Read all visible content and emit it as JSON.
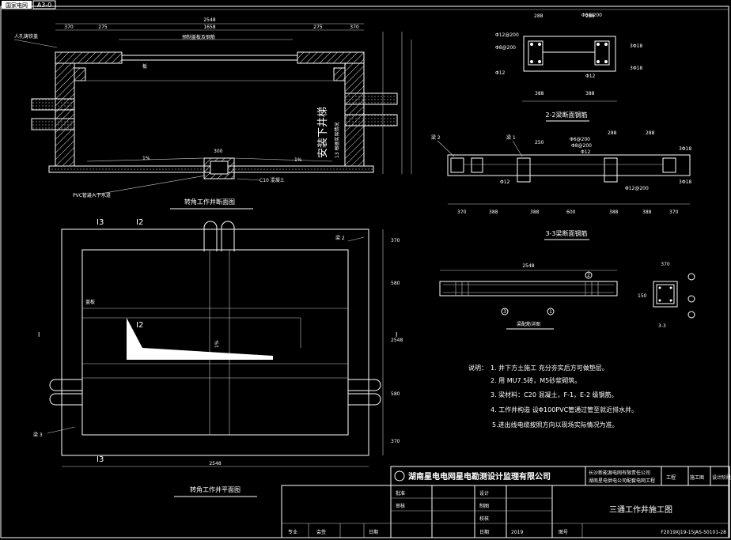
{
  "titleblock_top": {
    "tag1": "国家电网",
    "tag2": "A3-0"
  },
  "section_view": {
    "dims": [
      "2548",
      "370",
      "275",
      "1658",
      "275",
      "370"
    ],
    "labels": {
      "cover": "人孔铸铁盖",
      "lid": "预制盖板及钢筋",
      "plate": "板",
      "ladder": "安装下井梯",
      "ladder2": "13 根据实际情况",
      "slope_left": "1%",
      "slope_right": "1%",
      "sump": "300",
      "concrete": "C10 混凝土",
      "pvc": "PVC管道入下水道",
      "title": "转角工作井断面图"
    }
  },
  "plan_view": {
    "label_i3_top": "I3",
    "label_i2_top": "I2",
    "label_i2_mid": "I2",
    "label_i3_bottom": "I3",
    "lid_label": "盖板",
    "slope": "1%",
    "beam2": "梁 2",
    "beam3": "梁 3",
    "i_left": "I",
    "i_right": "I",
    "dim_bottom": "2548",
    "dims_right": [
      "370",
      "580",
      "2548",
      "580",
      "370"
    ],
    "title": "转角工作井平面图"
  },
  "section_22": {
    "title": "2-2梁断面钢筋",
    "dims": [
      "288",
      "288",
      "388",
      "388"
    ],
    "rebar": [
      "Φ6@200",
      "Φ8@200",
      "Φ12@200",
      "Φ12",
      "Φ12",
      "3Φ18",
      "3Φ18"
    ]
  },
  "section_33": {
    "title": "3-3梁断面钢筋",
    "beam1": "梁 1",
    "beam2": "梁 2",
    "dims": [
      "370",
      "388",
      "388",
      "600",
      "388",
      "388",
      "370"
    ],
    "rebar": [
      "Φ6@200",
      "Φ8@200",
      "Φ12",
      "Φ12",
      "3Φ18",
      "3Φ18",
      "Φ12@200",
      "250",
      "288",
      "288"
    ]
  },
  "beam_detail": {
    "title": "梁配筋详图",
    "dim": "2548",
    "cs_dim": "370",
    "cs_h": "150",
    "cs_title": "3-3",
    "callouts": [
      "1",
      "2",
      "3"
    ]
  },
  "notes": {
    "heading": "说明：",
    "items": [
      "1. 井下方土施工 充分夯实后方可做垫层。",
      "2. 用 MU7.5砖，M5砂浆砌筑。",
      "3. 梁材料：C20 混凝土，F-1，E-2 级钢筋。",
      "4. 工作井构造 设Φ100PVC管通过管至就近排水井。",
      "5.进出线电缆按照方向以现场实际情况为准。"
    ]
  },
  "titleblock": {
    "company": "湖南星电电网星电勘测设计监理有限公司",
    "client": "长沙新能源电网有限责任公司",
    "project": "湖南星电供电公司配套电网工程",
    "phase_label": "工程",
    "phase_value": "施工图",
    "design_stage": "设计阶段",
    "rows": [
      {
        "a": "批准",
        "b": "",
        "c": "设计",
        "d": ""
      },
      {
        "a": "审核",
        "b": "",
        "c": "制图",
        "d": ""
      },
      {
        "a": "",
        "b": "",
        "c": "校核",
        "d": ""
      },
      {
        "a": "",
        "b": "",
        "c": "日期",
        "d": "2019"
      }
    ],
    "drawing_title": "三通工作井施工图",
    "foot": [
      "专业",
      "会签",
      "日期"
    ],
    "drawing_no_label": "图号",
    "drawing_no": "F2019XJ19-15JAS-50101-28"
  }
}
